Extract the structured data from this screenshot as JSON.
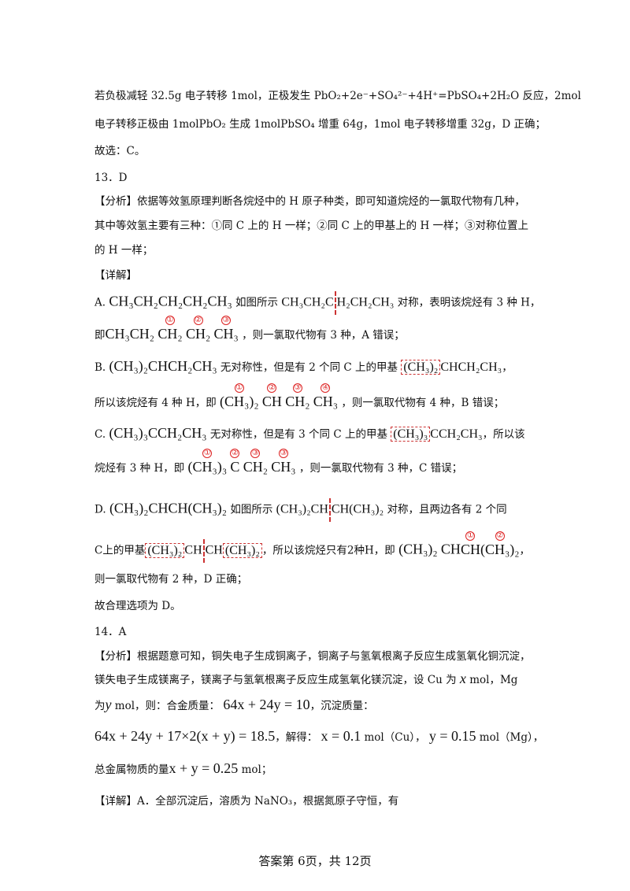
{
  "lines": {
    "l1": "若负极减轻 32.5g 电子转移 1mol，正极发生 PbO₂+2e⁻+SO₄²⁻+4H⁺=PbSO₄+2H₂O 反应，2mol",
    "l2": "电子转移正极由 1molPbO₂ 生成 1molPbSO₄ 增重 64g，1mol 电子转移增重 32g，D 正确；",
    "l3": "故选：C。",
    "l4": "13．D",
    "l5": "【分析】依据等效氢原理判断各烷烃中的 H 原子种类，即可知道烷烃的一氯取代物有几种，",
    "l6": "其中等效氢主要有三种：①同 C 上的 H 一样；②同 C 上的甲基上的 H 一样；③对称位置上",
    "l7": "的 H 一样；",
    "l8": "【详解】",
    "l9a": "A.",
    "l9b": "CH₃CH₂CH₂CH₂CH₃",
    "l9c": "如图所示",
    "l9d": "CH₃CH₂C",
    "l9e": "H₂CH₂CH₃",
    "l9f": "对称，表明该烷烃有 3 种 H，",
    "l10a": "即",
    "l10b": "CH₃CH₂",
    "l10c": "CH₂",
    "l10d": "CH₂",
    "l10e": "CH₃",
    "l10f": "，则一氯取代物有 3 种，A 错误；",
    "l11a": "B.",
    "l11b": "(CH₃)₂CHCH₂CH₃",
    "l11c": "无对称性，但是有 2 个同 C 上的甲基",
    "l11d": "(CH₃)₂",
    "l11e": "CHCH₂CH₃",
    "l11f": "，",
    "l12a": "所以该烷烃有 4 种 H，即",
    "l12b": "(CH₃)₂",
    "l12c": "CH",
    "l12d": "CH₂",
    "l12e": "CH₃",
    "l12f": "，则一氯取代物有 4 种，B 错误；",
    "l13a": "C.",
    "l13b": "(CH₃)₃CCH₂CH₃",
    "l13c": "无对称性，但是有 3 个同 C 上的甲基",
    "l13d": "(CH₃)₃",
    "l13e": "CCH₂CH₃",
    "l13f": "，所以该",
    "l14a": "烷烃有 3 种 H，即",
    "l14b": "(CH₃)₃",
    "l14c": "C",
    "l14d": "CH₂",
    "l14e": "CH₃",
    "l14f": "，则一氯取代物有 3 种，C 错误；",
    "l15a": "D.",
    "l15b": "(CH₃)₂CHCH(CH₃)₂",
    "l15c": "如图所示",
    "l15d": "(CH₃)₂CH",
    "l15e": "CH(CH₃)₂",
    "l15f": "对称，且两边各有 2 个同",
    "l16a": "C上的甲基",
    "l16b": "(CH₃)₂",
    "l16c": "CH",
    "l16d": "CH",
    "l16e": "(CH₃)₂",
    "l16f": "，所以该烷烃只有2种H，即",
    "l16g": "(CH₃)₂",
    "l16h": "CH",
    "l16i": "CH",
    "l16j": "(CH₃)₂",
    "l16k": "，",
    "l17": "则一氯取代物有 2 种，D 正确；",
    "l18": "故合理选项为 D。",
    "l19": "14．A",
    "l20": "【分析】根据题意可知，铜失电子生成铜离子，铜离子与氢氧根离子反应生成氢氧化铜沉淀，",
    "l21a": "镁失电子生成镁离子，镁离子与氢氧根离子反应生成氢氧化镁沉淀，设 Cu 为",
    "l21b": "x",
    "l21c": "mol，Mg",
    "l22a": "为",
    "l22b": "y",
    "l22c": "mol，则：合金质量：",
    "l22d": "64x + 24y = 10",
    "l22e": "，沉淀质量：",
    "l23a": "64x + 24y + 17×2(x + y) = 18.5",
    "l23b": "，解得：",
    "l23c": "x = 0.1",
    "l23d": "mol（Cu），",
    "l23e": "y = 0.15",
    "l23f": "mol（Mg），",
    "l24a": "总金属物质的量",
    "l24b": "x + y = 0.25",
    "l24c": "mol；",
    "l25": "【详解】A．全部沉淀后，溶质为 NaNO₃，根据氮原子守恒，有"
  },
  "circled": [
    "①",
    "②",
    "③",
    "④"
  ],
  "footer": "答案第 6页，共 12页"
}
